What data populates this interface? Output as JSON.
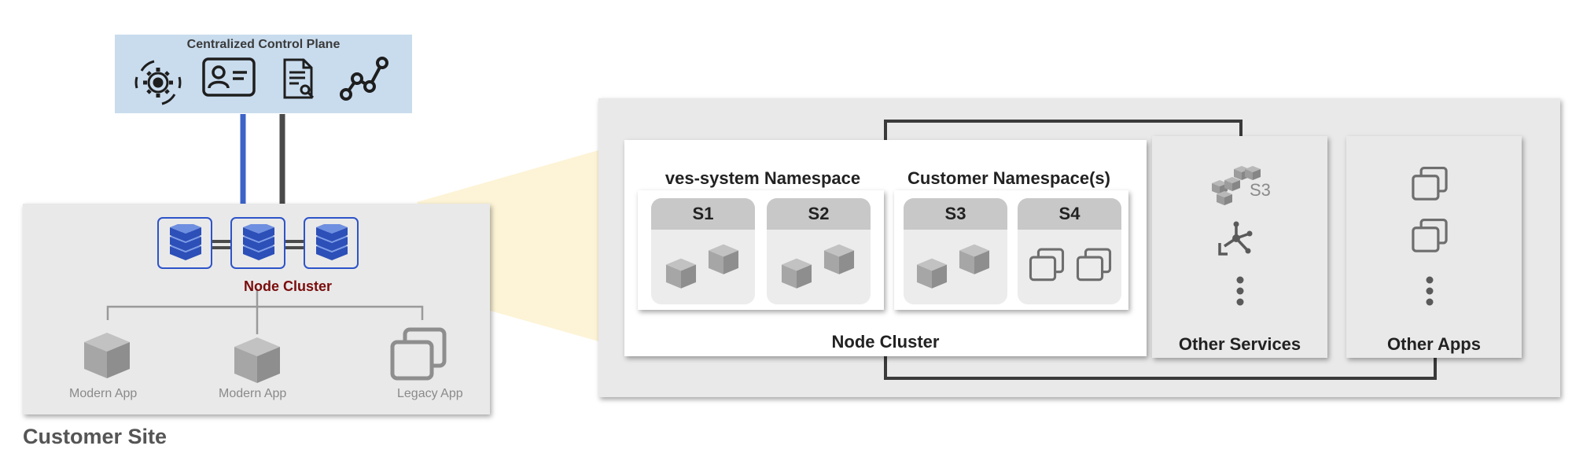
{
  "control_plane": {
    "title": "Centralized Control Plane",
    "icons": [
      "settings-cycle-icon",
      "id-card-icon",
      "document-search-icon",
      "graph-nodes-icon"
    ]
  },
  "customer_site": {
    "label": "Customer Site",
    "node_cluster_label": "Node Cluster",
    "apps": [
      {
        "label": "Modern App",
        "icon": "cube-icon"
      },
      {
        "label": "Modern App",
        "icon": "cube-icon"
      },
      {
        "label": "Legacy App",
        "icon": "windows-stack-icon"
      }
    ]
  },
  "expanded_cluster": {
    "label": "Node Cluster",
    "namespaces": [
      {
        "title": "ves-system Namespace",
        "services": [
          {
            "label": "S1"
          },
          {
            "label": "S2"
          }
        ]
      },
      {
        "title": "Customer Namespace(s)",
        "services": [
          {
            "label": "S3"
          },
          {
            "label": "S4"
          }
        ]
      }
    ]
  },
  "other_services": {
    "label": "Other Services",
    "s3_text": "S3"
  },
  "other_apps": {
    "label": "Other Apps"
  },
  "colors": {
    "control_plane_bg": "#c9dcee",
    "blue_link": "#3d63c9",
    "dark_link": "#4a4a4a",
    "node_border": "#2e54c9",
    "node_cluster_text": "#7a0c0c",
    "panel_bg": "#e9e9e9",
    "zoom_wedge": "#fdf3d6"
  }
}
